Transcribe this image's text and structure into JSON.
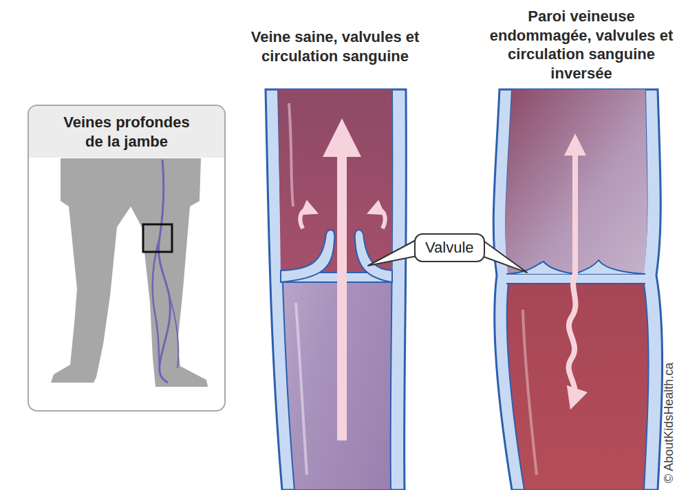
{
  "diagram": {
    "nodes": [
      {
        "text": [
          "Veines profondes de la jambe"
        ]
      },
      {
        "text": [
          "Valvule"
        ]
      }
    ],
    "labels": [
      "Veine saine, valvules et circulation sanguine",
      "Paroi veineuse endommagée, valvules et circulation sanguine inversée",
      "© AboutKidsHealth.ca"
    ]
  }
}
